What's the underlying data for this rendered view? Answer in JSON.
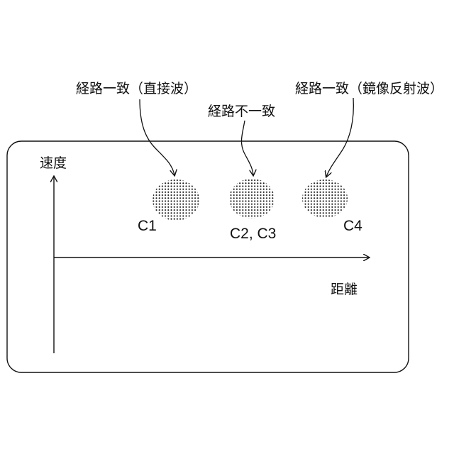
{
  "annotations": {
    "direct_wave": "経路一致（直接波）",
    "path_mismatch": "経路不一致",
    "mirror_reflection": "経路一致（鏡像反射波）"
  },
  "axes": {
    "y_label": "速度",
    "x_label": "距離"
  },
  "clusters": [
    {
      "label": "C1"
    },
    {
      "label": "C2, C3"
    },
    {
      "label": "C4"
    }
  ],
  "colors": {
    "line": "#111111",
    "dots": "#111111",
    "background": "#ffffff"
  }
}
